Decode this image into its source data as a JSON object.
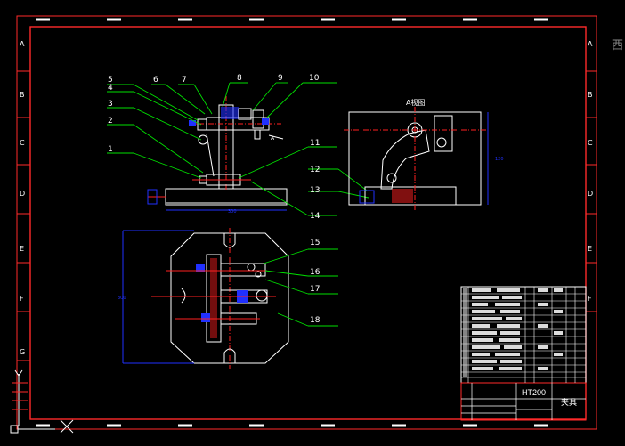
{
  "drawing": {
    "view_title": "A视图",
    "view_arrow_label": "A",
    "balloons_front": [
      "5",
      "6",
      "7",
      "8",
      "9",
      "10",
      "4",
      "3",
      "2",
      "1",
      "11",
      "12",
      "13",
      "14"
    ],
    "balloons_plan": [
      "15",
      "16",
      "17",
      "18"
    ],
    "row_labels": [
      "A",
      "B",
      "C",
      "D",
      "E",
      "F",
      "G"
    ],
    "title_block": {
      "material": "HT200",
      "name": "夹具"
    },
    "corner_glyph": "西",
    "colors": {
      "border": "#ff2a2a",
      "outline": "#ffffff",
      "leader": "#00e000",
      "dimension": "#2030ff",
      "centerline": "#ff2020",
      "background": "#000000"
    }
  }
}
